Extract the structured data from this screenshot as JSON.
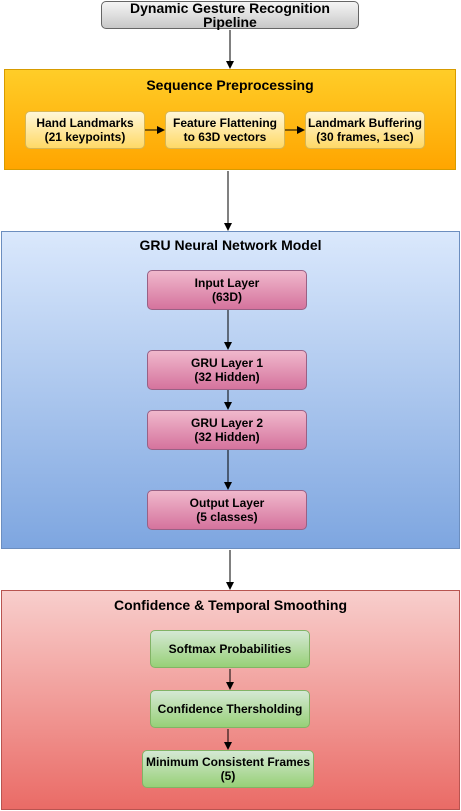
{
  "title": "Dynamic Gesture Recognition Pipeline",
  "preprocessing": {
    "label": "Sequence Preprocessing",
    "nodes": [
      "Hand Landmarks\n(21 keypoints)",
      "Feature Flattening\nto 63D vectors",
      "Landmark Buffering\n(30 frames, 1sec)"
    ]
  },
  "model": {
    "label": "GRU Neural Network Model",
    "layers": [
      "Input Layer\n(63D)",
      "GRU Layer 1\n(32 Hidden)",
      "GRU Layer 2\n(32 Hidden)",
      "Output Layer\n(5 classes)"
    ]
  },
  "smoothing": {
    "label": "Confidence & Temporal Smoothing",
    "steps": [
      "Softmax Probabilities",
      "Confidence Thersholding",
      "Minimum Consistent Frames\n(5)"
    ]
  },
  "colors": {
    "preprocessing_fill": "#ffb31a",
    "model_fill": "#a9c4ee",
    "smoothing_fill": "#f19c99",
    "arrow": "#000000"
  }
}
